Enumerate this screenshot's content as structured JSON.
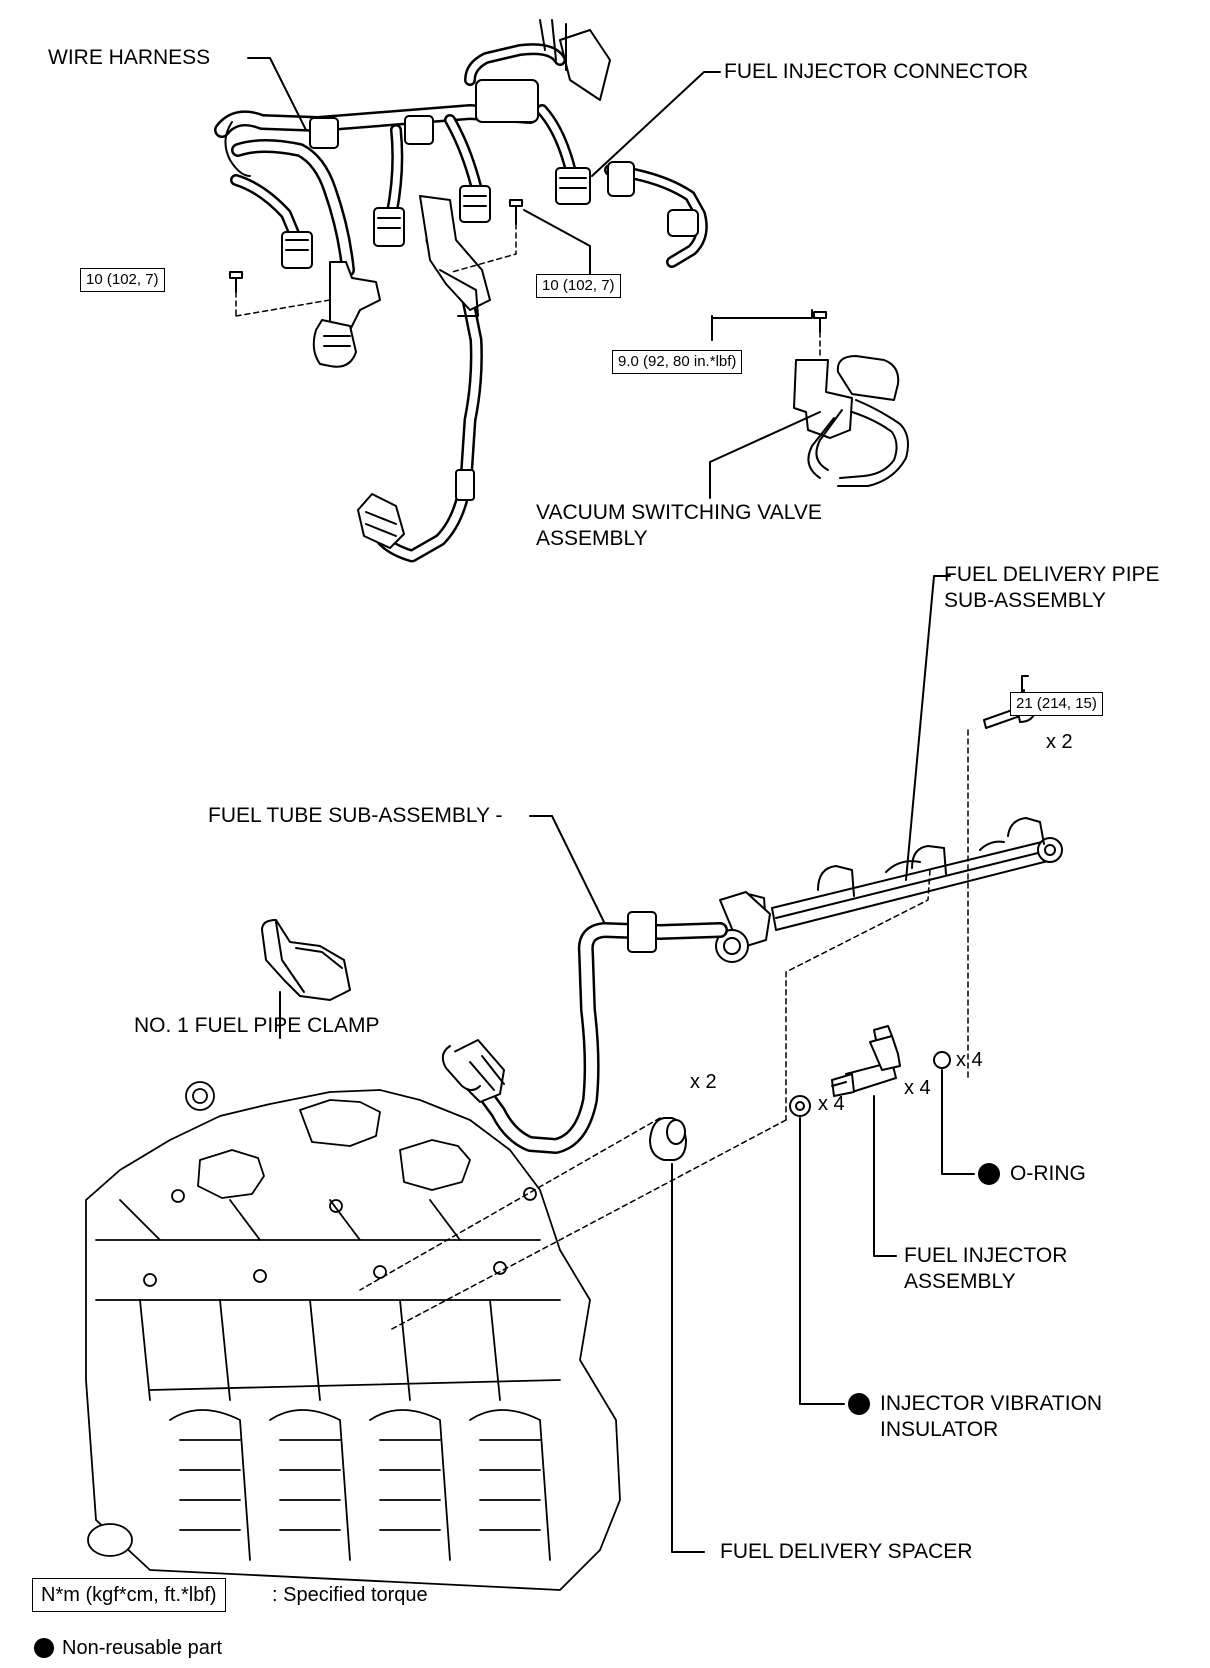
{
  "labels": {
    "wire_harness": "WIRE HARNESS",
    "fuel_injector_connector": "FUEL INJECTOR CONNECTOR",
    "vacuum_switching_valve": [
      "VACUUM SWITCHING VALVE",
      "ASSEMBLY"
    ],
    "fuel_delivery_pipe": [
      "FUEL DELIVERY PIPE",
      "SUB-ASSEMBLY"
    ],
    "fuel_tube": "FUEL TUBE SUB-ASSEMBLY -",
    "fuel_pipe_clamp": "NO. 1 FUEL PIPE CLAMP",
    "o_ring": "O-RING",
    "fuel_injector_assembly": [
      "FUEL INJECTOR",
      "ASSEMBLY"
    ],
    "injector_vibration_insulator": [
      "INJECTOR VIBRATION",
      "INSULATOR"
    ],
    "fuel_delivery_spacer": "FUEL DELIVERY SPACER"
  },
  "torques": {
    "harness_left": "10 (102, 7)",
    "harness_right": "10 (102, 7)",
    "vsv": "9.0 (92, 80 in.*lbf)",
    "delivery_pipe": "21 (214, 15)"
  },
  "quantities": {
    "delivery_pipe_bolt": "x 2",
    "o_ring": "x 4",
    "injector": "x 4",
    "insulator": "x 4",
    "spacer": "x 2"
  },
  "legend": {
    "torque_unit": "N*m (kgf*cm, ft.*lbf)",
    "torque_desc": ": Specified torque",
    "non_reusable": "Non-reusable part"
  }
}
